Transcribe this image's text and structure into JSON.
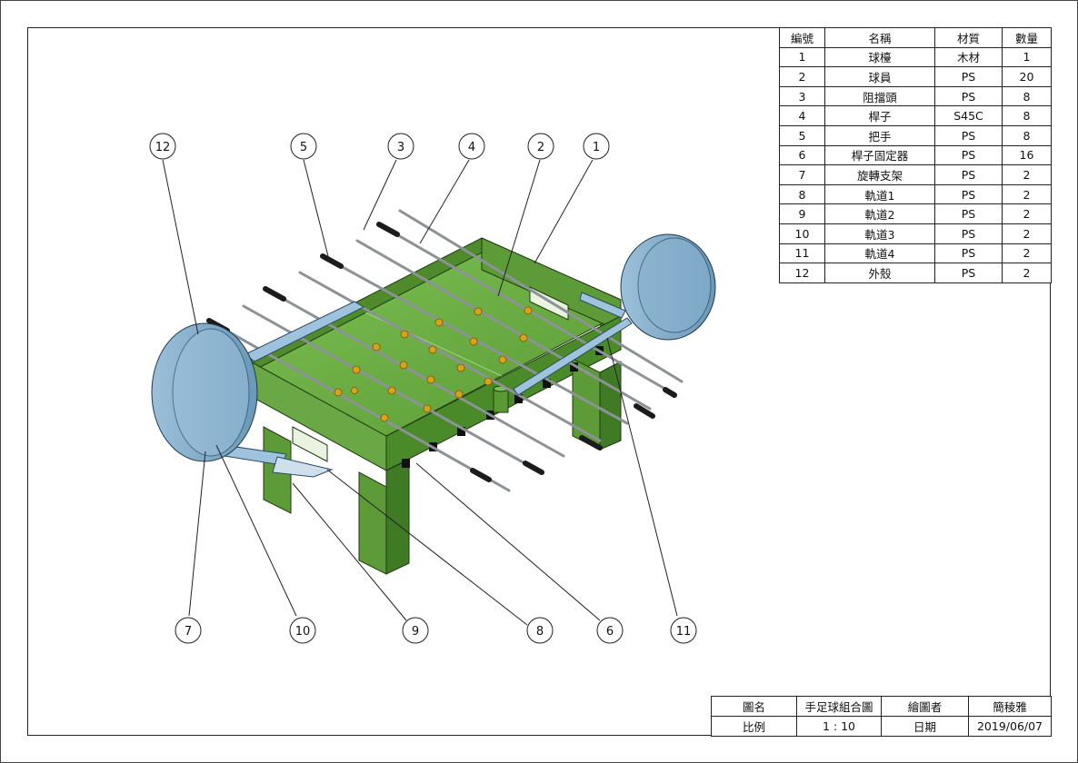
{
  "bom": {
    "headers": [
      "編號",
      "名稱",
      "材質",
      "數量"
    ],
    "rows": [
      [
        "1",
        "球檯",
        "木材",
        "1"
      ],
      [
        "2",
        "球員",
        "PS",
        "20"
      ],
      [
        "3",
        "阻擋頭",
        "PS",
        "8"
      ],
      [
        "4",
        "桿子",
        "S45C",
        "8"
      ],
      [
        "5",
        "把手",
        "PS",
        "8"
      ],
      [
        "6",
        "桿子固定器",
        "PS",
        "16"
      ],
      [
        "7",
        "旋轉支架",
        "PS",
        "2"
      ],
      [
        "8",
        "軌道1",
        "PS",
        "2"
      ],
      [
        "9",
        "軌道2",
        "PS",
        "2"
      ],
      [
        "10",
        "軌道3",
        "PS",
        "2"
      ],
      [
        "11",
        "軌道4",
        "PS",
        "2"
      ],
      [
        "12",
        "外殼",
        "PS",
        "2"
      ]
    ]
  },
  "title_block": {
    "name_label": "圖名",
    "name_value": "手足球組合圖",
    "drawer_label": "繪圖者",
    "drawer_value": "簡稜雅",
    "scale_label": "比例",
    "scale_value": "1 : 10",
    "date_label": "日期",
    "date_value": "2019/06/07"
  },
  "balloons": [
    "12",
    "5",
    "3",
    "4",
    "2",
    "1",
    "7",
    "10",
    "9",
    "8",
    "6",
    "11"
  ],
  "colors": {
    "table_green": "#5f9e3a",
    "table_green_dark": "#3f7a25",
    "field_green": "#6fb44a",
    "rail_blue": "#9fc3dd",
    "disc_blue": "#7fa9c6",
    "player_gold": "#d8a21a",
    "rod_grey": "#bfc3c6",
    "handle_black": "#1b1b1b"
  }
}
